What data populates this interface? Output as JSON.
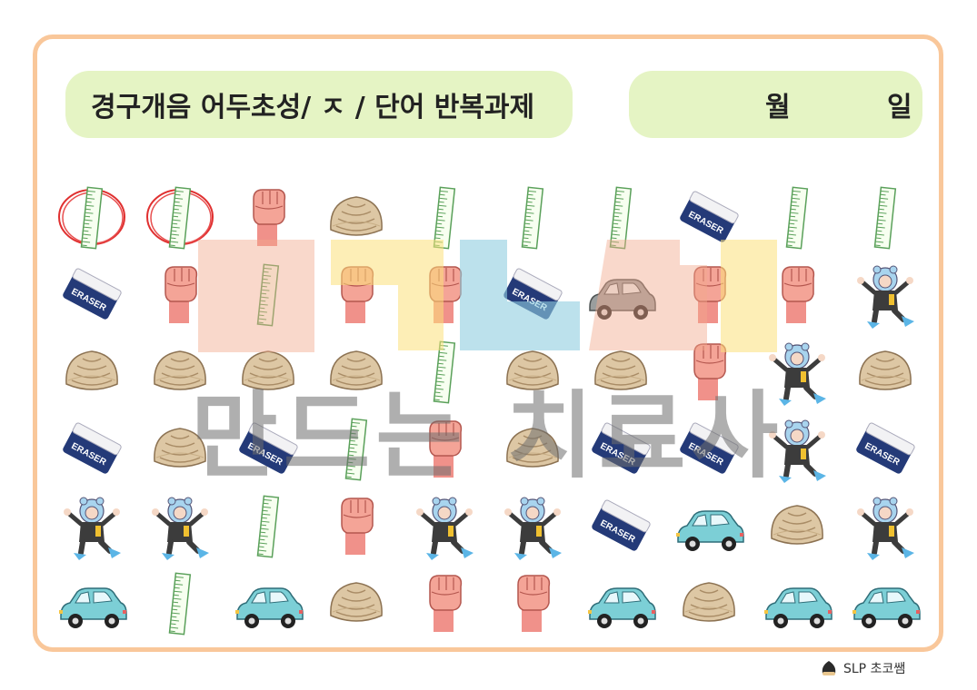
{
  "header": {
    "title": "경구개음 어두초성/ ㅈ /  단어 반복과제",
    "month_label": "월",
    "day_label": "일"
  },
  "grid": {
    "rows": [
      [
        "ruler-circled",
        "ruler-circled",
        "fist",
        "clam",
        "ruler",
        "ruler",
        "ruler",
        "eraser",
        "ruler",
        "ruler"
      ],
      [
        "eraser",
        "fist",
        "ruler",
        "fist",
        "fist",
        "eraser",
        "car-gray",
        "fist",
        "fist",
        "diver"
      ],
      [
        "clam",
        "clam",
        "clam",
        "clam",
        "ruler",
        "clam",
        "clam",
        "fist",
        "diver",
        "clam"
      ],
      [
        "eraser",
        "clam",
        "eraser",
        "ruler",
        "fist",
        "clam",
        "eraser",
        "eraser",
        "diver",
        "eraser"
      ],
      [
        "diver",
        "diver",
        "ruler",
        "fist",
        "diver",
        "diver",
        "eraser",
        "car",
        "clam",
        "diver"
      ],
      [
        "car",
        "ruler",
        "car",
        "clam",
        "fist",
        "fist",
        "car",
        "clam",
        "car",
        "car"
      ]
    ],
    "eraser_text": "ERASER"
  },
  "watermark": {
    "text": "만드는 치료사"
  },
  "credit": {
    "text": "SLP 초코쌤"
  }
}
